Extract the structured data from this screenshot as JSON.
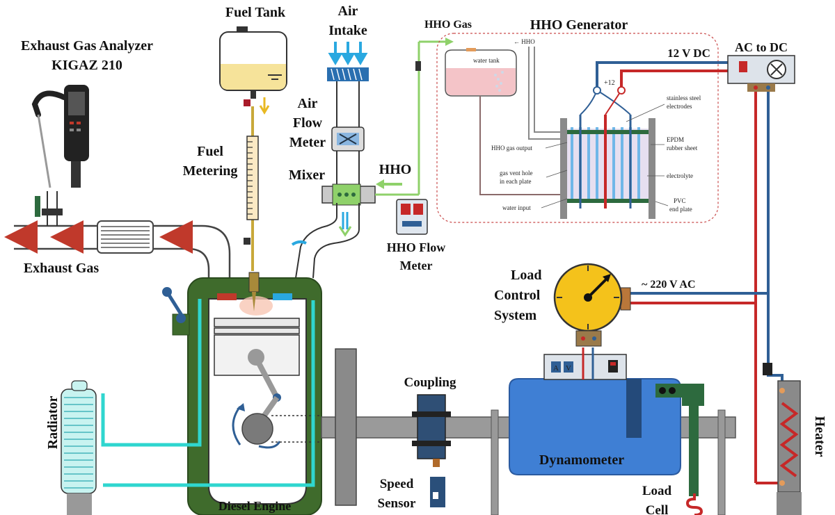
{
  "diagram": {
    "labels": {
      "exhaust_analyzer_line1": "Exhaust Gas Analyzer",
      "exhaust_analyzer_line2": "KIGAZ 210",
      "fuel_tank": "Fuel Tank",
      "air_intake_line1": "Air",
      "air_intake_line2": "Intake",
      "hho_gas": "HHO Gas",
      "hho_generator": "HHO Generator",
      "dc_12v": "12 V DC",
      "ac_to_dc": "AC to DC",
      "air_flow_meter_line1": "Air",
      "air_flow_meter_line2": "Flow",
      "air_flow_meter_line3": "Meter",
      "fuel_metering_line1": "Fuel",
      "fuel_metering_line2": "Metering",
      "mixer": "Mixer",
      "hho": "HHO",
      "hho_flow_meter_line1": "HHO Flow",
      "hho_flow_meter_line2": "Meter",
      "exhaust_gas": "Exhaust Gas",
      "load_control_line1": "Load",
      "load_control_line2": "Control",
      "load_control_line3": "System",
      "ac_220v": "~ 220 V AC",
      "coupling": "Coupling",
      "speed_sensor_line1": "Speed",
      "speed_sensor_line2": "Sensor",
      "dynamometer": "Dynamometer",
      "load_cell_line1": "Load",
      "load_cell_line2": "Cell",
      "diesel_engine": "Diesel Engine",
      "radiator": "Radiator",
      "heater": "Heater"
    },
    "generator_details": {
      "hho_small": "← HHO",
      "water_tank": "water tank",
      "plus12": "+12",
      "stainless_line1": "stainless steel",
      "stainless_line2": "electrodes",
      "hho_gas_output": "HHO gas output",
      "gas_vent_line1": "gas vent hole",
      "gas_vent_line2": "in each plate",
      "water_input": "water input",
      "epdm_line1": "EPDM",
      "epdm_line2": "rubber sheet",
      "electrolyte": "electrolyte",
      "pvc_line1": "PVC",
      "pvc_line2": "end plate"
    },
    "meter_labels": {
      "a": "A",
      "v": "V"
    },
    "colors": {
      "engine_green": "#3f6b2c",
      "coolant_cyan": "#2fd6cf",
      "hho_green": "#8fd16a",
      "air_blue": "#2aa8e0",
      "exhaust_red": "#c0392b",
      "wire_red": "#c62828",
      "wire_blue": "#2f5f95",
      "dyno_blue": "#3f7fd4",
      "gauge_yellow": "#f4c21b",
      "fuel_yellow": "#f6e39a"
    }
  }
}
